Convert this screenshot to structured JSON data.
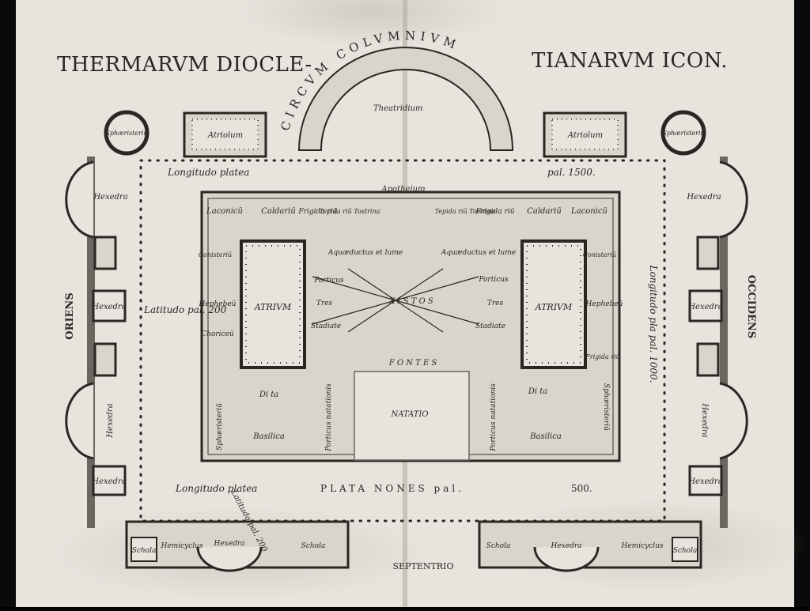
{
  "colors": {
    "paper": "#e6e4dd",
    "paper_dark": "#cfccc3",
    "ink": "#2a2722",
    "wall": "#6b6760",
    "border": "#0a0a0a"
  },
  "title": {
    "left": "THERMARVM DIOCLE-",
    "right": "TIANARVM ICON."
  },
  "arc": {
    "curved_label": "CIRCVM COLVMNIVM",
    "theatre": "Theatridium"
  },
  "compass": {
    "west": "ORIENS",
    "east": "OCCIDENS",
    "south": "SEPTENTRIO"
  },
  "court": {
    "top_left": "Longitudo platea",
    "top_right": "pal. 1500.",
    "left": "Latitudo pal. 200",
    "right": "Longitudo pla pal. 1000.",
    "bottom_left": "Longitudo platea",
    "bottom_mid": "PLATA NONES pal.",
    "bottom_right": "500.",
    "bottom_diag": "Latitudo pal. 200"
  },
  "labels": {
    "atriolum": "Atriolum",
    "spheristerium": "Sphæristeriū",
    "hexedra": "Hexedra",
    "apotherium": "Apotheium",
    "laconicum": "Laconicū",
    "caldarium": "Caldariū",
    "frigidarium": "Frigida riū",
    "tepidarium": "Tepida riū Tostrina",
    "conisterium": "Conisteriū",
    "ephebeum": "Hephebeū",
    "choriceum": "Choriceū",
    "atrium": "ATRIVM",
    "aqueduct": "Aquæductus et lume",
    "porticus": "Porticus",
    "tres": "Tres",
    "xystos": "X I S T O S",
    "stadiate": "Stadiate",
    "fontes": "F O N T E S",
    "natatio": "NATATIO",
    "porticus_natationis": "Porticus natationis",
    "dieta": "Di  ta",
    "basilica": "Basilica",
    "schola": "Schola",
    "hemicyclus": "Hemicyclus"
  }
}
